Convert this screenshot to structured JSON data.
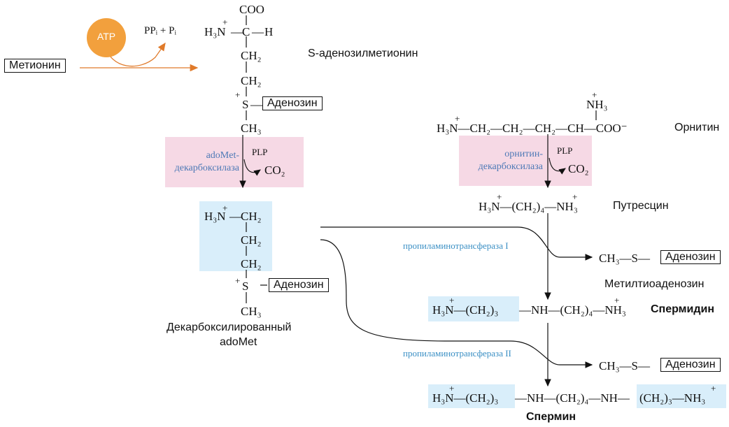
{
  "atp": {
    "circle_label": "ATP",
    "color": "#f2a03d",
    "products": "PPᵢ + Pᵢ"
  },
  "methionine": {
    "label": "Метионин"
  },
  "sam": {
    "name": "S-аденозилметионин",
    "coo": "COO",
    "h3n": "H₃N",
    "c": "C",
    "h": "H",
    "ch2_a": "CH₂",
    "ch2_b": "CH₂",
    "s": "S",
    "adenosine": "Аденозин",
    "ch3": "CH₃"
  },
  "adomet_decarboxylase": {
    "enzyme_line1": "adoMet-",
    "enzyme_line2": "декарбоксилаза",
    "cofactor": "PLP",
    "product": "CO₂"
  },
  "decarb_adomet": {
    "h3n": "H₃N",
    "ch2_a": "CH₂",
    "ch2_b": "CH₂",
    "ch2_c": "CH₂",
    "s": "S",
    "adenosine": "Аденозин",
    "ch3": "CH₃",
    "name_line1": "Декарбоксилированный",
    "name_line2": "adoMet"
  },
  "ornithine": {
    "formula": "H₃N—CH₂—CH₂—CH₂—CH—COO⁻",
    "nh3": "NH₃",
    "name": "Орнитин"
  },
  "ornithine_decarboxylase": {
    "enzyme_line1": "орнитин-",
    "enzyme_line2": "декарбоксилаза",
    "cofactor": "PLP",
    "product": "CO₂"
  },
  "putrescine": {
    "formula": "H₃N—(CH₂)₄—NH₃",
    "name": "Путресцин"
  },
  "transferase1": {
    "label": "пропиламинотрансфераза I"
  },
  "transferase2": {
    "label": "пропиламинотрансфераза II"
  },
  "mta1": {
    "ch3s": "CH₃—S—",
    "adenosine": "Аденозин",
    "name": "Метилтиоаденозин"
  },
  "spermidine": {
    "part1": "H₃N—(CH₂)₃",
    "part2": "—NH—(CH₂)₄—NH₃",
    "name": "Спермидин"
  },
  "mta2": {
    "ch3s": "CH₃—S—",
    "adenosine": "Аденозин"
  },
  "spermine": {
    "part1": "H₃N—(CH₂)₃",
    "part2": "—NH—(CH₂)₄—NH—",
    "part3": "(CH₂)₃—NH₃",
    "name": "Спермин"
  },
  "plus": "+"
}
